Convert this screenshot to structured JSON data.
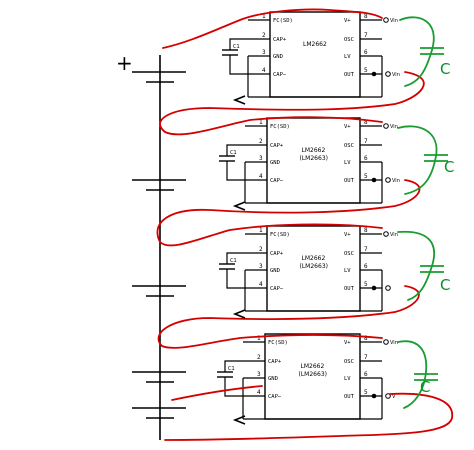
{
  "battery": {
    "plus_sign": "+"
  },
  "colors": {
    "wire": "#000000",
    "red_wire": "#d40000",
    "green_wire": "#1a9c31"
  },
  "modules": [
    {
      "part": "LM2662",
      "alt_part": "",
      "pins_left": [
        {
          "num": "1",
          "label": "FC(SD)"
        },
        {
          "num": "2",
          "label": "CAP+"
        },
        {
          "num": "3",
          "label": "GND"
        },
        {
          "num": "4",
          "label": "CAP−"
        }
      ],
      "pins_right": [
        {
          "num": "8",
          "label": "V+"
        },
        {
          "num": "7",
          "label": "OSC"
        },
        {
          "num": "6",
          "label": "LV"
        },
        {
          "num": "5",
          "label": "OUT"
        }
      ],
      "cap_label": "C1",
      "vin_label": "Vin",
      "vout_label": "Vin",
      "external_cap": "C"
    },
    {
      "part": "LM2662",
      "alt_part": "(LM2663)",
      "pins_left": [
        {
          "num": "1",
          "label": "FC(SD)"
        },
        {
          "num": "2",
          "label": "CAP+"
        },
        {
          "num": "3",
          "label": "GND"
        },
        {
          "num": "4",
          "label": "CAP−"
        }
      ],
      "pins_right": [
        {
          "num": "8",
          "label": "V+"
        },
        {
          "num": "7",
          "label": "OSC"
        },
        {
          "num": "6",
          "label": "LV"
        },
        {
          "num": "5",
          "label": "OUT"
        }
      ],
      "cap_label": "C1",
      "vin_label": "Vin",
      "vout_label": "Vin",
      "external_cap": "C"
    },
    {
      "part": "LM2662",
      "alt_part": "(LM2663)",
      "pins_left": [
        {
          "num": "1",
          "label": "FC(SD)"
        },
        {
          "num": "2",
          "label": "CAP+"
        },
        {
          "num": "3",
          "label": "GND"
        },
        {
          "num": "4",
          "label": "CAP−"
        }
      ],
      "pins_right": [
        {
          "num": "8",
          "label": "V+"
        },
        {
          "num": "7",
          "label": "OSC"
        },
        {
          "num": "6",
          "label": "LV"
        },
        {
          "num": "5",
          "label": "OUT"
        }
      ],
      "cap_label": "C1",
      "vin_label": "Vin",
      "vout_label": "",
      "external_cap": "C"
    },
    {
      "part": "LM2662",
      "alt_part": "(LM2663)",
      "pins_left": [
        {
          "num": "1",
          "label": "FC(SD)"
        },
        {
          "num": "2",
          "label": "CAP+"
        },
        {
          "num": "3",
          "label": "GND"
        },
        {
          "num": "4",
          "label": "CAP−"
        }
      ],
      "pins_right": [
        {
          "num": "8",
          "label": "V+"
        },
        {
          "num": "7",
          "label": "OSC"
        },
        {
          "num": "6",
          "label": "LV"
        },
        {
          "num": "5",
          "label": "OUT"
        }
      ],
      "cap_label": "C1",
      "vin_label": "Vin",
      "vout_label": "V",
      "external_cap": "C"
    }
  ]
}
